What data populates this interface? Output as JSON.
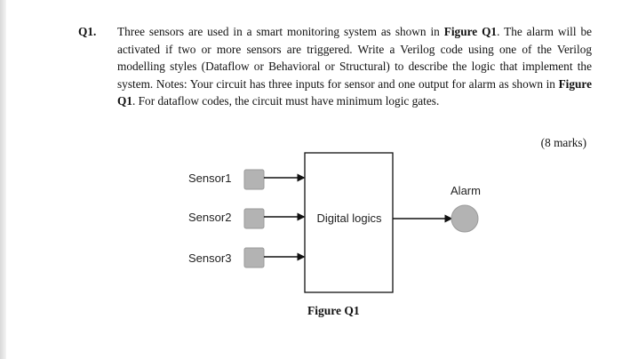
{
  "question": {
    "number": "Q1.",
    "text_1": "Three sensors are used in a smart monitoring system as shown in ",
    "ref_1": "Figure Q1",
    "text_2": ". The alarm will be activated if two or more sensors are triggered. Write a Verilog code using one of the Verilog modelling styles (Dataflow or Behavioral or Structural) to describe the logic that implement the system. Notes: Your circuit has three inputs for sensor and one output for alarm as shown in ",
    "ref_2": "Figure Q1",
    "text_3": ". For dataflow codes, the circuit must have minimum logic gates.",
    "marks": "(8 marks)"
  },
  "figure": {
    "sensors": [
      "Sensor1",
      "Sensor2",
      "Sensor3"
    ],
    "block_label": "Digital logics",
    "output_label": "Alarm",
    "caption": "Figure Q1",
    "colors": {
      "sensor_fill": "#b3b3b3",
      "alarm_fill": "#b3b3b3",
      "line": "#111111"
    }
  }
}
